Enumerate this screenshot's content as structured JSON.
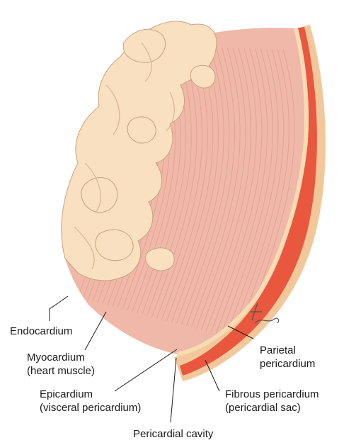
{
  "labels": {
    "endocardium": "Endocardium",
    "myocardium": [
      "Myocardium",
      "(heart muscle)"
    ],
    "epicardium": [
      "Epicardium",
      "(visceral pericardium)"
    ],
    "pericardial_cavity": "Pericardial cavity",
    "parietal_pericardium": [
      "Parietal",
      "pericardium"
    ],
    "fibrous_pericardium": [
      "Fibrous pericardium",
      "(pericardial sac)"
    ]
  },
  "colors": {
    "myocardium": "#f0b8a8",
    "myocardium_fibers": "#d9927f",
    "endocardium": "#f8e0c0",
    "epicardium": "#f6dcb4",
    "parietal_pericardium": "#e8573e",
    "fibrous_pericardium": "#f2c89a"
  }
}
